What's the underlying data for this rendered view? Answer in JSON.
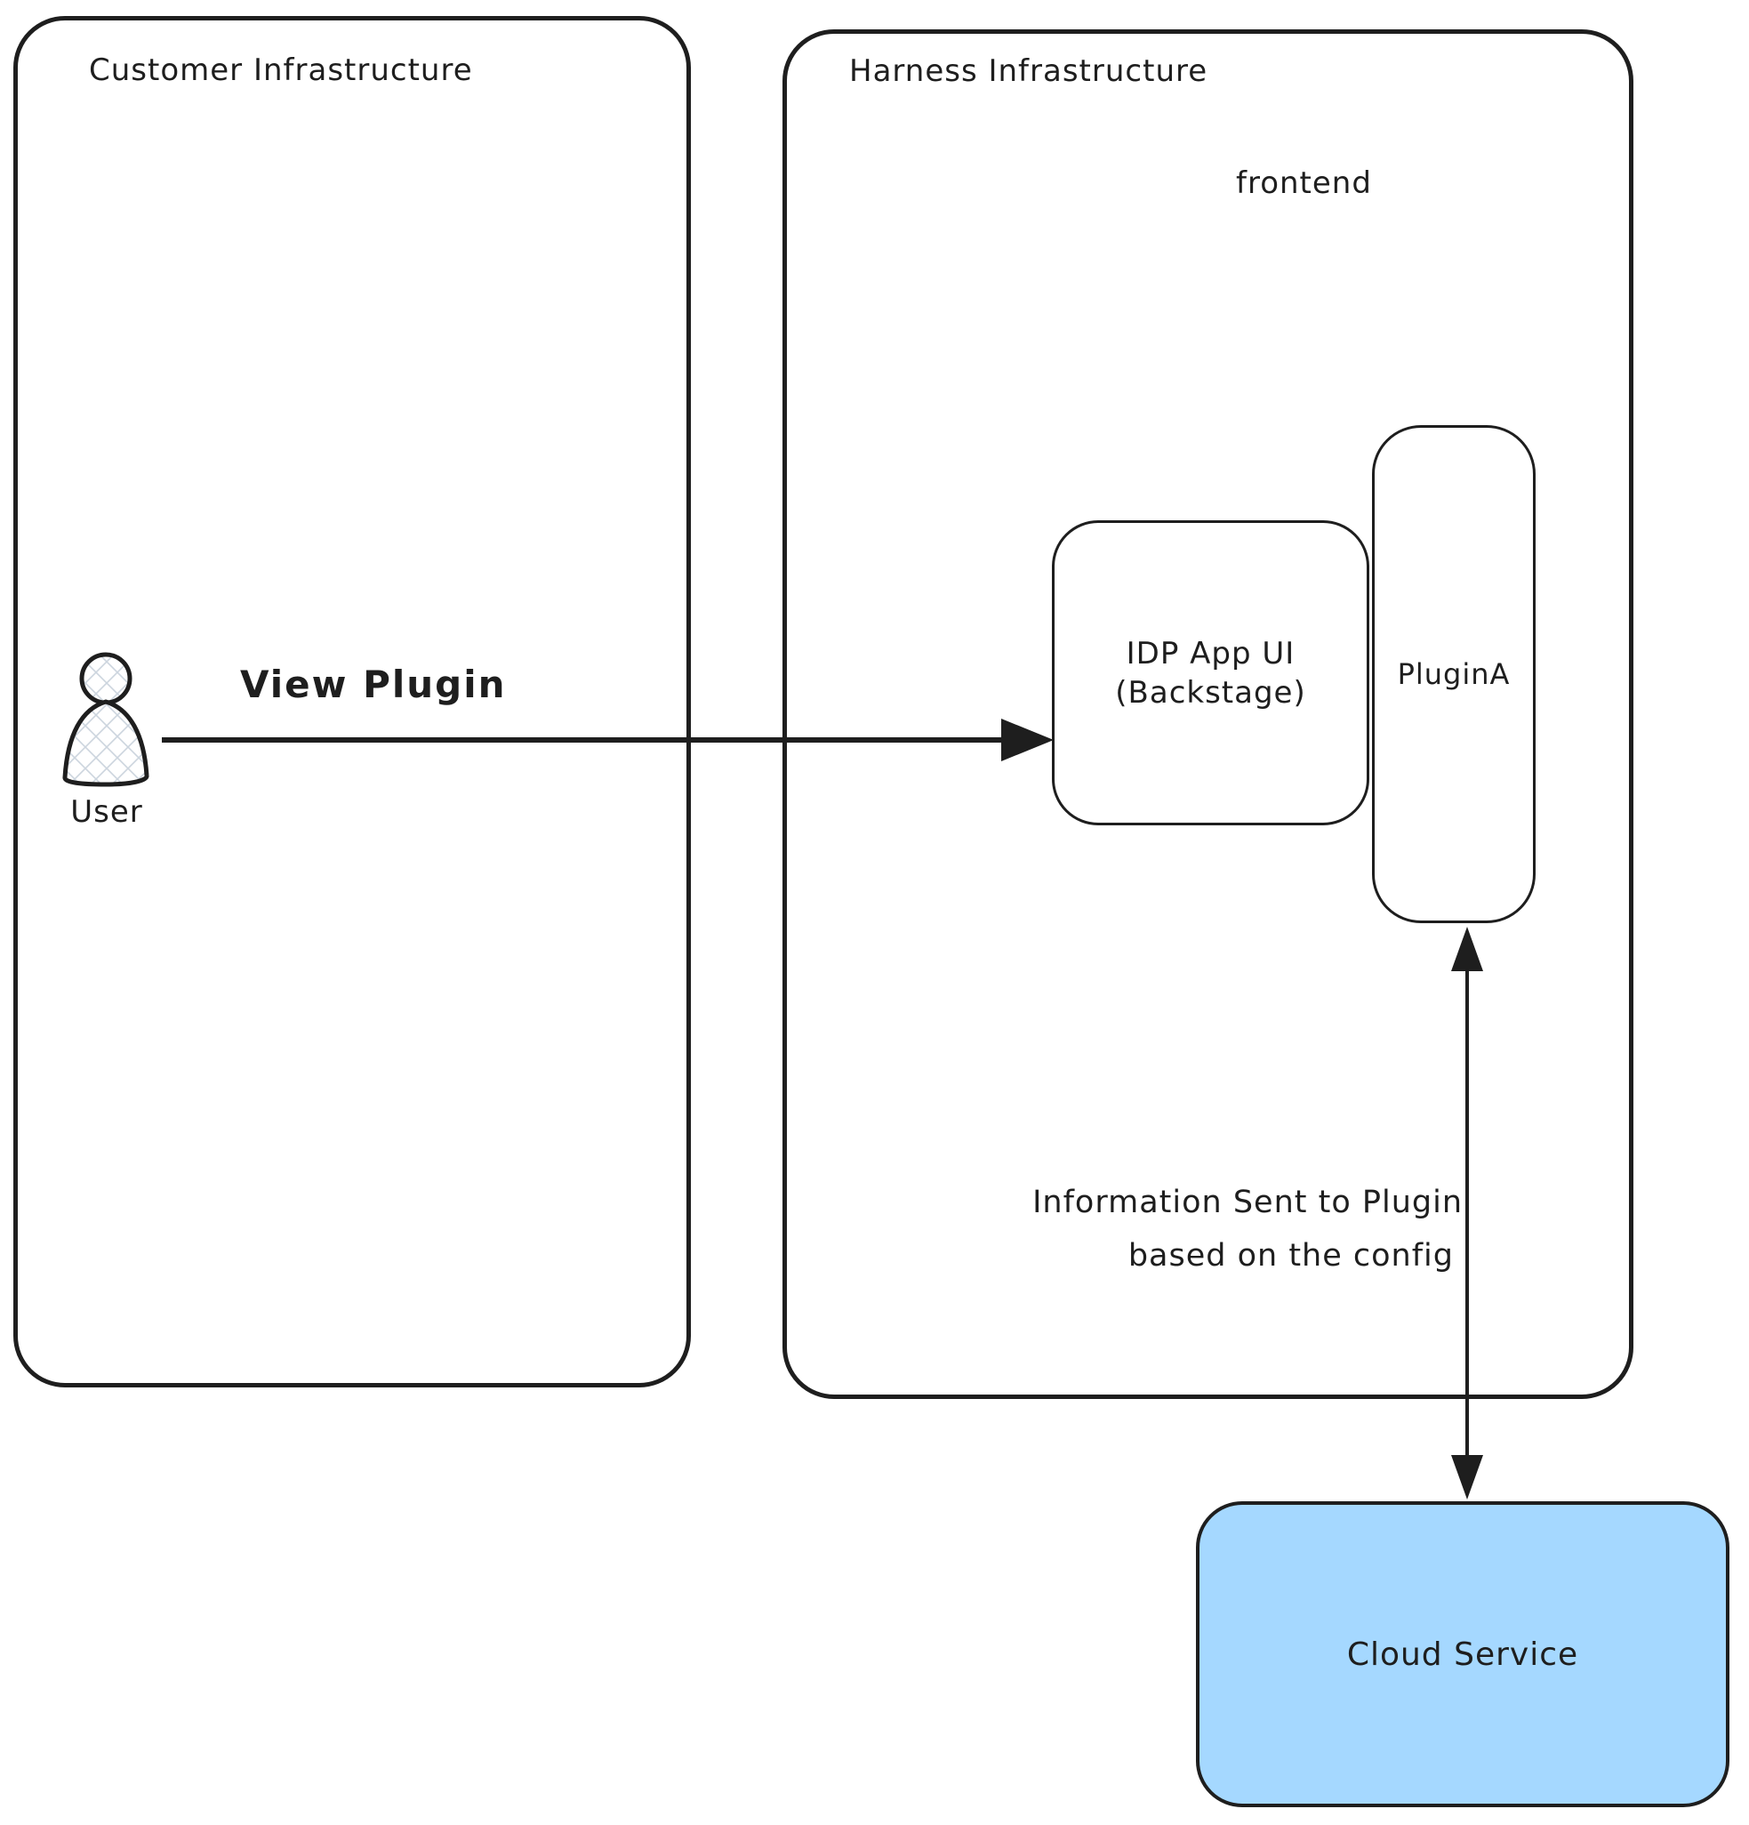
{
  "customer_box": {
    "title": "Customer Infrastructure"
  },
  "harness_box": {
    "title": "Harness Infrastructure",
    "frontend_label": "frontend"
  },
  "idp_box": {
    "line1": "IDP App UI",
    "line2": "(Backstage)"
  },
  "plugin_box": {
    "label": "PluginA"
  },
  "cloud_box": {
    "label": "Cloud Service"
  },
  "user": {
    "label": "User"
  },
  "arrows": {
    "view_plugin_label": "View Plugin",
    "info_line1": "Information Sent to Plugin",
    "info_line2": "based on the config"
  },
  "colors": {
    "stroke": "#1e1e1e",
    "cloud_fill": "#a5d8ff",
    "hatch": "#ccd5de"
  }
}
